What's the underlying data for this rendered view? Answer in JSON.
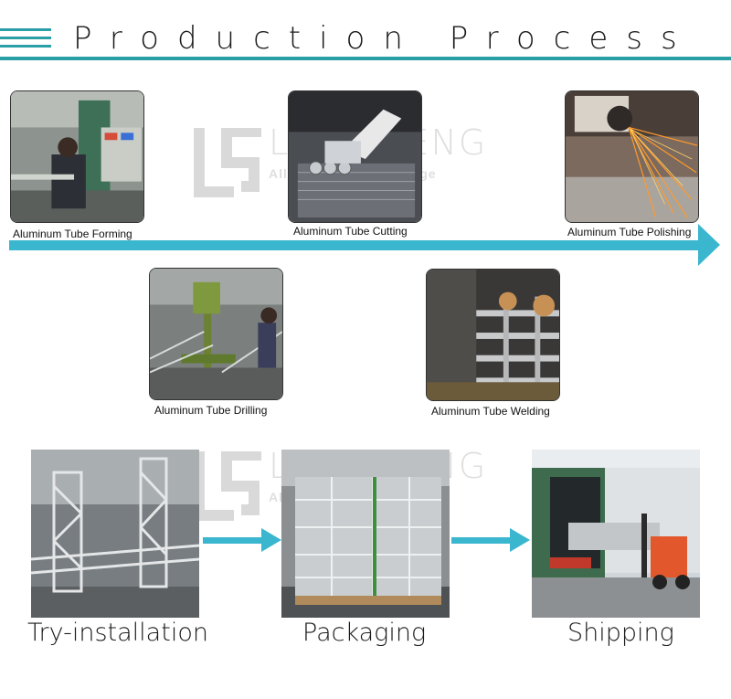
{
  "header": {
    "title": "Production Process"
  },
  "watermark": {
    "brand": "LIANSHENG",
    "tagline": "Alloy Truss Arena Stage"
  },
  "steps": [
    {
      "caption": "Aluminum Tube Forming"
    },
    {
      "caption": "Aluminum Tube Cutting"
    },
    {
      "caption": "Aluminum Tube Polishing"
    },
    {
      "caption": "Aluminum Tube Drilling"
    },
    {
      "caption": "Aluminum Tube Welding"
    }
  ],
  "final_steps": [
    {
      "caption": "Try-installation"
    },
    {
      "caption": "Packaging"
    },
    {
      "caption": "Shipping"
    }
  ],
  "colors": {
    "accent": "#2aa0a6",
    "arrow": "#3bb6cf"
  }
}
